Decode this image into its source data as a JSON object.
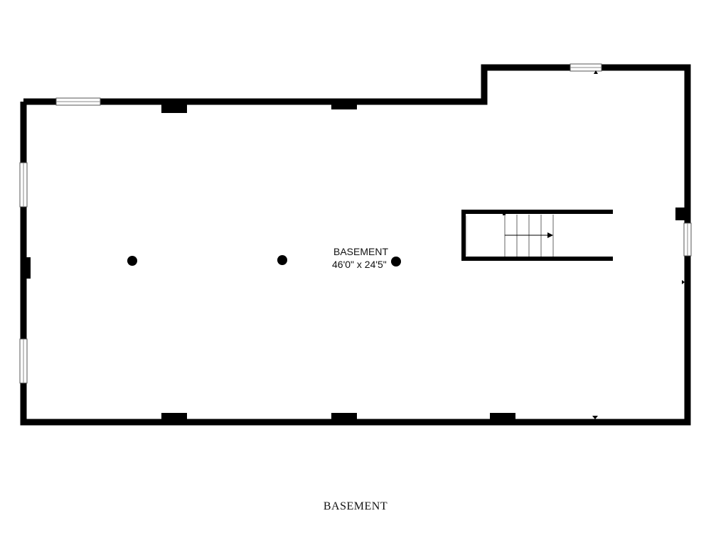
{
  "room": {
    "name": "BASEMENT",
    "dimensions": "46'0\" x 24'5\""
  },
  "floor_caption": "BASEMENT",
  "colors": {
    "wall": "#000000",
    "window": "#ffffff",
    "background": "#ffffff"
  },
  "features": {
    "support_columns": 3,
    "stair_treads": 4
  }
}
